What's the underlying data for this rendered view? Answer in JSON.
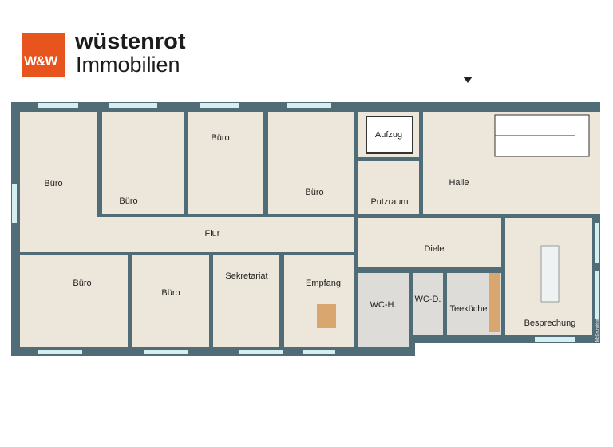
{
  "logo": {
    "mark": "W&W",
    "brand_line1": "wüstenrot",
    "brand_line2": "Immobilien",
    "color": "#e8541e"
  },
  "colors": {
    "wall": "#4f6c77",
    "floor": "#ece7da",
    "tile": "#dedcd8",
    "window": "#d6eef0"
  },
  "rooms": {
    "buero1": "Büro",
    "buero2": "Büro",
    "buero3": "Büro",
    "buero4": "Büro",
    "aufzug": "Aufzug",
    "putzraum": "Putzraum",
    "halle": "Halle",
    "flur": "Flur",
    "diele": "Diele",
    "buero5": "Büro",
    "buero6": "Büro",
    "sekretariat": "Sekretariat",
    "empfang": "Empfang",
    "wch": "WC-H.",
    "wcd": "WC-D.",
    "teekueche": "Teeküche",
    "besprechung": "Besprechung"
  },
  "watermark": "McGrundriss"
}
